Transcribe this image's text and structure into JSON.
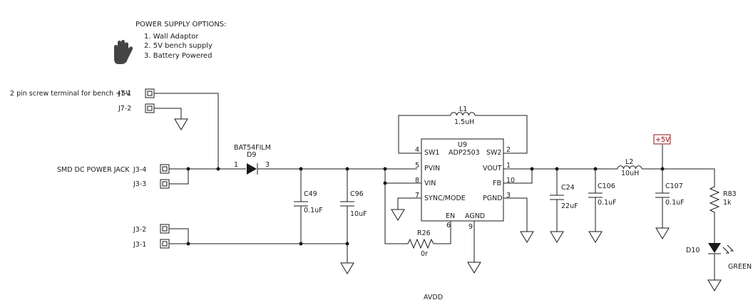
{
  "notes": {
    "heading": "POWER SUPPLY OPTIONS:",
    "options": [
      "1. Wall Adaptor",
      "2. 5V bench supply",
      "3. Battery Powered"
    ]
  },
  "connectors": {
    "bench_desc": "2 pin screw terminal for bench +5V",
    "j7_1": "J7-1",
    "j7_2": "J7-2",
    "jack_desc": "SMD DC POWER JACK",
    "j3_4": "J3-4",
    "j3_3": "J3-3",
    "j3_2": "J3-2",
    "j3_1": "J3-1"
  },
  "diode_d9": {
    "part": "BAT54FILM",
    "ref": "D9",
    "pin_a": "1",
    "pin_k": "3"
  },
  "c49": {
    "ref": "C49",
    "value": "0.1uF"
  },
  "c96": {
    "ref": "C96",
    "value": "10uF"
  },
  "inductor_l1": {
    "ref": "L1",
    "value": "1.5uH"
  },
  "regulator_u9": {
    "ref": "U9",
    "part": "ADP2503",
    "pins": {
      "sw1": "SW1",
      "sw1_num": "4",
      "pvin": "PVIN",
      "pvin_num": "5",
      "vin": "VIN",
      "vin_num": "8",
      "sync": "SYNC/MODE",
      "sync_num": "7",
      "en": "EN",
      "en_num": "6",
      "agnd": "AGND",
      "agnd_num": "9",
      "sw2": "SW2",
      "sw2_num": "2",
      "vout": "VOUT",
      "vout_num": "1",
      "fb": "FB",
      "fb_num": "10",
      "pgnd": "PGND",
      "pgnd_num": "3"
    }
  },
  "r26": {
    "ref": "R26",
    "value": "0r"
  },
  "c24": {
    "ref": "C24",
    "value": "22uF"
  },
  "c106": {
    "ref": "C106",
    "value": "0.1uF"
  },
  "inductor_l2": {
    "ref": "L2",
    "value": "10uH"
  },
  "c107": {
    "ref": "C107",
    "value": "0.1uF"
  },
  "power_flag": {
    "label": "+5V"
  },
  "r83": {
    "ref": "R83",
    "value": "1k"
  },
  "led_d10": {
    "ref": "D10",
    "color_label": "GREEN"
  },
  "net_label": "AVDD",
  "colors": {
    "wire": "#1a1a1a",
    "power_flag": "#8b1a1a",
    "hand_icon": "#444444"
  }
}
